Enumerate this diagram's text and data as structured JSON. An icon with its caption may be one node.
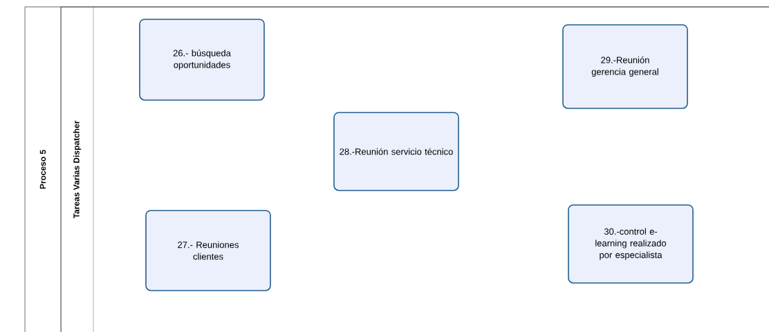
{
  "diagram": {
    "nodes": [
      {
        "text": [
          "Proceso 5"
        ]
      },
      {
        "text": [
          "Tareas Varias Dispatcher"
        ],
        "in": 0
      },
      {
        "text": [
          "26.- búsqueda oportunidades"
        ],
        "in": 1
      },
      {
        "text": [
          "29.-Reunión gerencia general"
        ],
        "in": 1
      },
      {
        "text": [
          "28.-Reunión servicio técnico"
        ],
        "in": 1
      },
      {
        "text": [
          "27.- Reuniones clientes"
        ],
        "in": 1
      },
      {
        "text": [
          "30.-control e-learning realizado por especialista"
        ],
        "in": 1
      }
    ]
  }
}
